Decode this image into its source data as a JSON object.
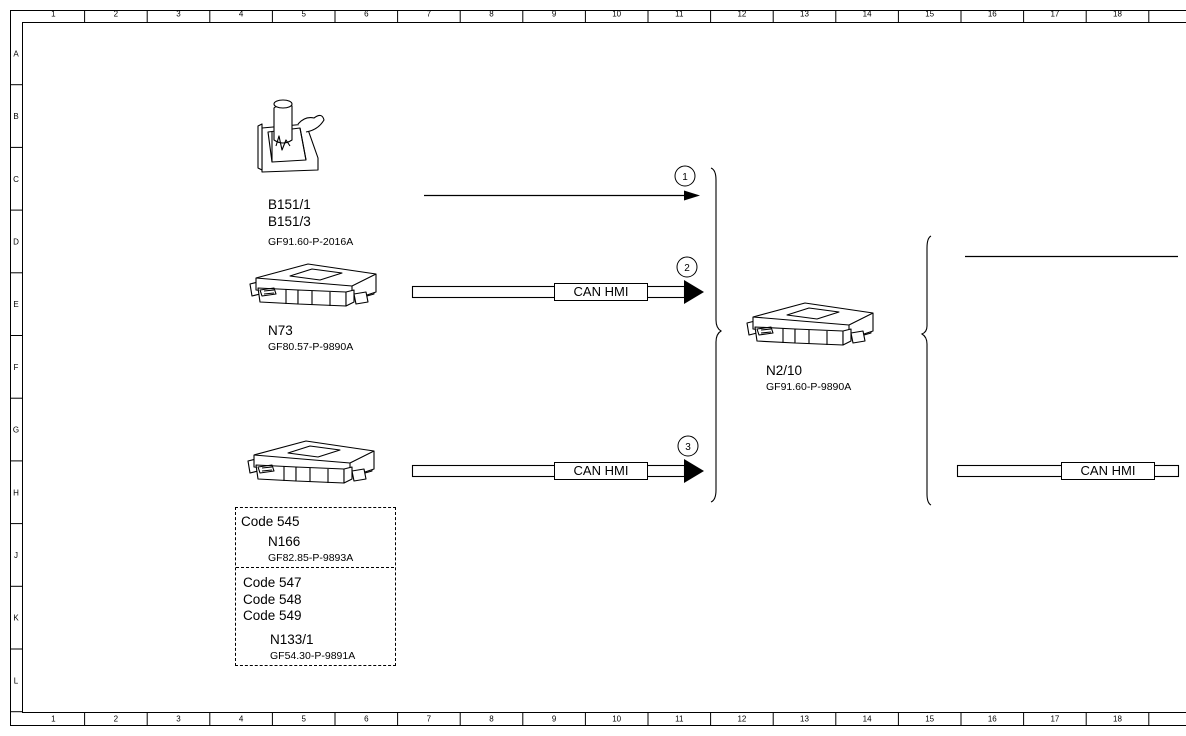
{
  "ruler": {
    "columns": [
      "1",
      "2",
      "3",
      "4",
      "5",
      "6",
      "7",
      "8",
      "9",
      "10",
      "11",
      "12",
      "13",
      "14",
      "15",
      "16",
      "17",
      "18"
    ],
    "rows": [
      "A",
      "B",
      "C",
      "D",
      "E",
      "F",
      "G",
      "H",
      "J",
      "K",
      "L"
    ]
  },
  "signals": [
    {
      "number": "1"
    },
    {
      "number": "2",
      "label": "CAN HMI"
    },
    {
      "number": "3",
      "label": "CAN HMI"
    }
  ],
  "components": {
    "b151": {
      "names": [
        "B151/1",
        "B151/3"
      ],
      "ref": "GF91.60-P-2016A"
    },
    "n73": {
      "name": "N73",
      "ref": "GF80.57-P-9890A"
    },
    "n2_10": {
      "name": "N2/10",
      "ref": "GF91.60-P-9890A"
    },
    "n166": {
      "code": "Code 545",
      "name": "N166",
      "ref": "GF82.85-P-9893A"
    },
    "n133": {
      "codes": [
        "Code 547",
        "Code 548",
        "Code 549"
      ],
      "name": "N133/1",
      "ref": "GF54.30-P-9891A"
    }
  },
  "right_bus": {
    "label": "CAN HMI"
  }
}
